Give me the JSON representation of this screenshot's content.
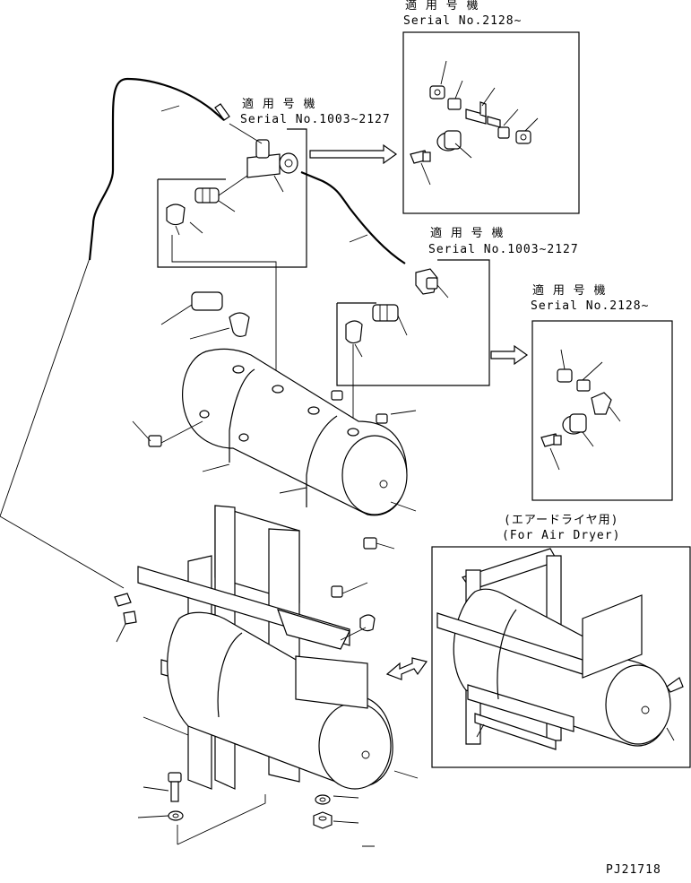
{
  "labels": {
    "top_right_applicable": "適 用 号 機",
    "top_right_serial": "Serial No.2128~",
    "top_center_applicable": "適 用 号 機",
    "top_center_serial": "Serial No.1003~2127",
    "mid_center_applicable": "適 用 号 機",
    "mid_center_serial": "Serial No.1003~2127",
    "mid_right_applicable": "適 用 号 機",
    "mid_right_serial": "Serial No.2128~",
    "air_dryer_jp": "(エアードライヤ用)",
    "air_dryer_en": "(For Air Dryer)",
    "drawing_code": "PJ21718"
  },
  "icons": [
    "right-arrow-icon",
    "double-arrow-icon"
  ]
}
